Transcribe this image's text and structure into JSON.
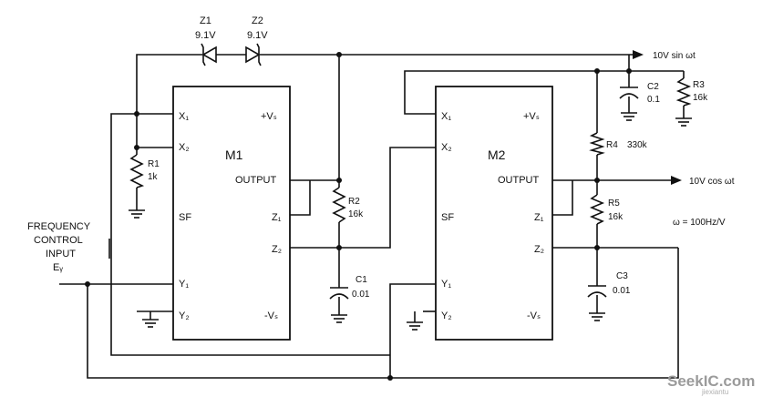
{
  "components": {
    "z1": {
      "name": "Z1",
      "value": "9.1V"
    },
    "z2": {
      "name": "Z2",
      "value": "9.1V"
    },
    "r1": {
      "name": "R1",
      "value": "1k"
    },
    "r2": {
      "name": "R2",
      "value": "16k"
    },
    "r3": {
      "name": "R3",
      "value": "16k"
    },
    "r4": {
      "name": "R4",
      "value": "330k"
    },
    "r5": {
      "name": "R5",
      "value": "16k"
    },
    "c1": {
      "name": "C1",
      "value": "0.01"
    },
    "c2": {
      "name": "C2",
      "value": "0.1"
    },
    "c3": {
      "name": "C3",
      "value": "0.01"
    }
  },
  "multipliers": {
    "m1": {
      "name": "M1",
      "pins": {
        "x1": "X₁",
        "x2": "X₂",
        "sf": "SF",
        "y1": "Y₁",
        "y2": "Y₂",
        "vs_pos": "+Vₛ",
        "output": "OUTPUT",
        "z1": "Z₁",
        "z2": "Z₂",
        "vs_neg": "-Vₛ"
      }
    },
    "m2": {
      "name": "M2",
      "pins": {
        "x1": "X₁",
        "x2": "X₂",
        "sf": "SF",
        "y1": "Y₁",
        "y2": "Y₂",
        "vs_pos": "+Vₛ",
        "output": "OUTPUT",
        "z1": "Z₁",
        "z2": "Z₂",
        "vs_neg": "-Vₛ"
      }
    }
  },
  "labels": {
    "sin_output": "10V sin ωt",
    "cos_output": "10V cos ωt",
    "omega": "ω = 100Hz/V",
    "freq_line1": "FREQUENCY",
    "freq_line2": "CONTROL",
    "freq_line3": "INPUT",
    "freq_line4": "Eᵧ",
    "watermark_main": "SeekIC.com",
    "watermark_sub": "jiexiantu"
  }
}
